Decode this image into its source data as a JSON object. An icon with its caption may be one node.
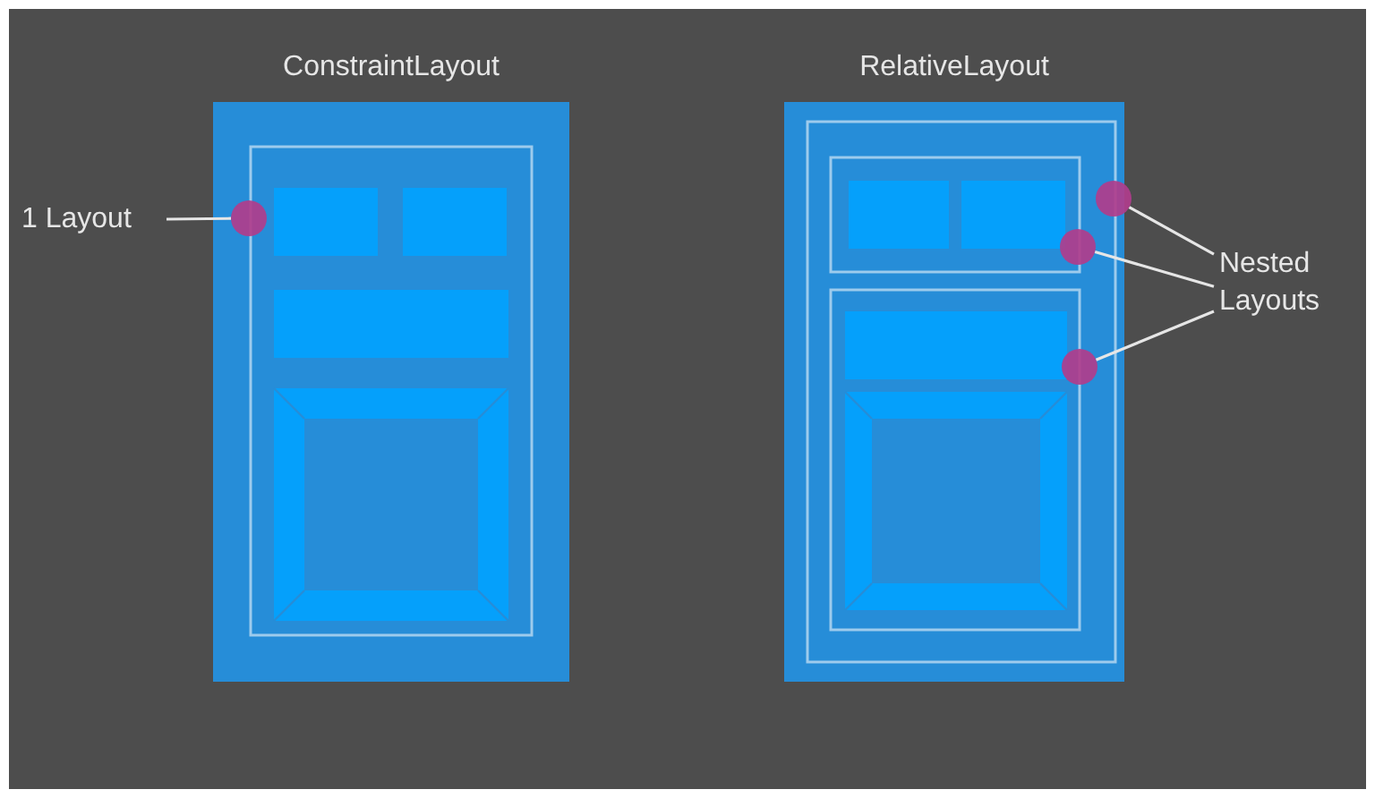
{
  "diagram": {
    "nodes": [
      {
        "text": [
          "ConstraintLayout"
        ]
      },
      {
        "text": [
          "1 Layout"
        ]
      },
      {
        "text": [],
        "shape": "circle",
        "in": 0
      },
      {
        "text": [
          "RelativeLayout"
        ]
      },
      {
        "text": [
          "Nested Layouts"
        ]
      },
      {
        "text": [],
        "shape": "circle"
      },
      {
        "text": [],
        "shape": "circle",
        "in": 3
      },
      {
        "text": [],
        "shape": "circle",
        "in": 3
      }
    ],
    "edges": [
      {
        "from": 1,
        "to": 2,
        "arrow": "none"
      },
      {
        "from": 4,
        "to": 5,
        "arrow": "none"
      },
      {
        "from": 4,
        "to": 6,
        "arrow": "none"
      },
      {
        "from": 4,
        "to": 7,
        "arrow": "none"
      }
    ]
  }
}
